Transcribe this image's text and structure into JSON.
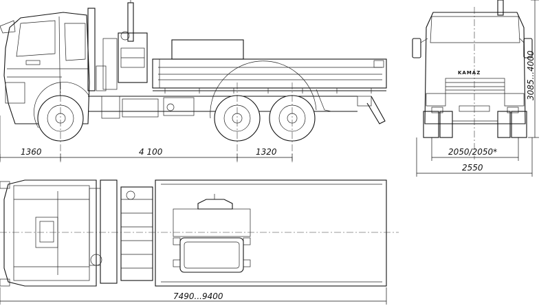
{
  "brand_mark": "KAMAZ",
  "dimensions": {
    "front_overhang": "1360",
    "wheelbase_front": "4 100",
    "wheelbase_rear": "1320",
    "track_width": "2050/2050*",
    "overall_width": "2550",
    "overall_height": "3085...4000",
    "overall_length": "7490...9400"
  },
  "line_color": "#111111",
  "background_color": "#ffffff"
}
